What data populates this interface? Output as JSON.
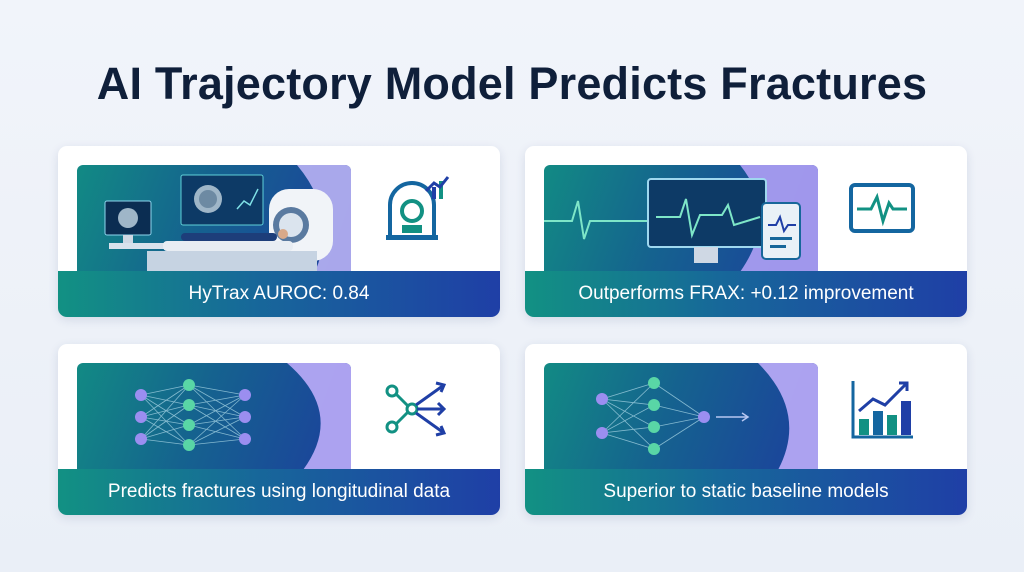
{
  "title": "AI Trajectory Model Predicts Fractures",
  "cards": [
    {
      "caption": "HyTrax AUROC: 0.84",
      "illustration": "mri-scanner",
      "icon": "mri-scan-chart-icon"
    },
    {
      "caption": "Outperforms FRAX: +0.12 improvement",
      "illustration": "ecg-monitor",
      "icon": "heart-monitor-icon"
    },
    {
      "caption": "Predicts fractures using longitudinal data",
      "illustration": "neural-network",
      "icon": "branching-network-icon"
    },
    {
      "caption": "Superior to static baseline models",
      "illustration": "neural-network-output",
      "icon": "bar-chart-growth-icon"
    }
  ],
  "colors": {
    "title": "#0f1f3a",
    "teal": "#129183",
    "blue": "#1f3fa6",
    "lavender": "#a89cf0",
    "node": "#9b8ef0",
    "node_green": "#59d6a6"
  }
}
